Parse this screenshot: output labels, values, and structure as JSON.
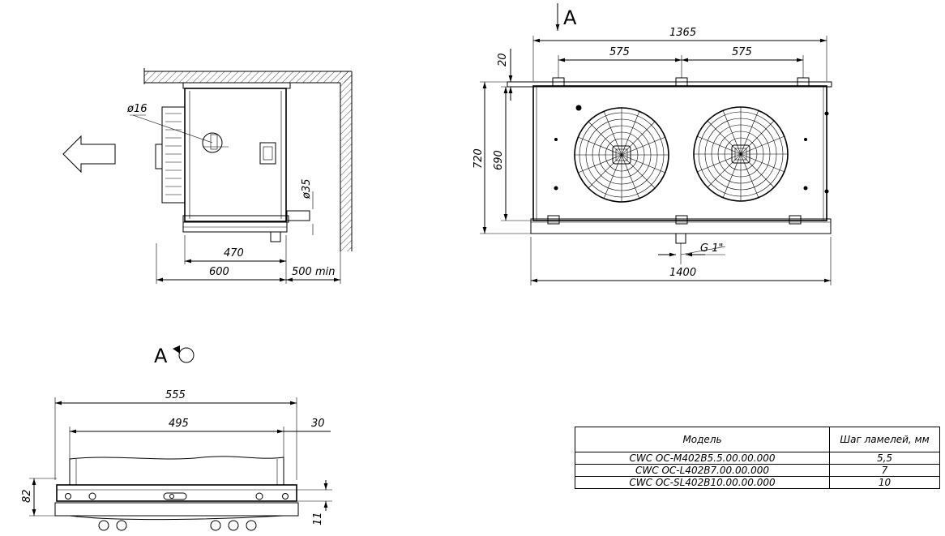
{
  "side_view": {
    "dim_pipe_dia": "ø16",
    "dim_drain_dia": "ø35",
    "dim_470": "470",
    "dim_600": "600",
    "dim_500min": "500 min"
  },
  "front_view": {
    "view_letter": "A",
    "dim_1365": "1365",
    "dim_575_left": "575",
    "dim_575_right": "575",
    "dim_20": "20",
    "dim_720": "720",
    "dim_690": "690",
    "dim_g1": "G 1\"",
    "dim_1400": "1400"
  },
  "view_a": {
    "title": "A",
    "dim_555": "555",
    "dim_495": "495",
    "dim_30": "30",
    "dim_82": "82",
    "dim_11": "11"
  },
  "spec_table": {
    "header_model": "Модель",
    "header_fin": "Шаг ламелей, мм",
    "rows": [
      {
        "model": "CWC OC-M402B5.5.00.00.000",
        "fin": "5,5"
      },
      {
        "model": "CWC OC-L402B7.00.00.000",
        "fin": "7"
      },
      {
        "model": "CWC OC-SL402B10.00.00.000",
        "fin": "10"
      }
    ]
  }
}
